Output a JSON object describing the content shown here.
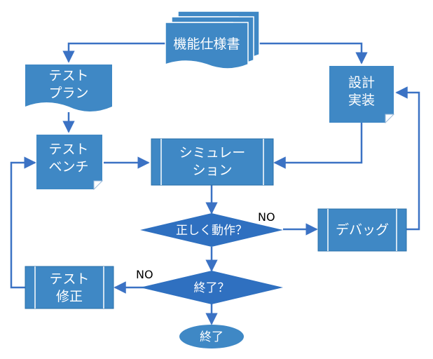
{
  "colors": {
    "box_fill": "#3f88c5",
    "box_stroke": "#2a6fa8",
    "decision_fill": "#2f70c0",
    "connector": "#3b72c4",
    "page_background": "#ffffff"
  },
  "nodes": {
    "spec": "機能仕様書",
    "test_plan": [
      "テスト",
      "プラン"
    ],
    "design_impl": [
      "設計",
      "実装"
    ],
    "test_bench": [
      "テスト",
      "ベンチ"
    ],
    "simulation": [
      "シミュレー",
      "ション"
    ],
    "correct_check": "正しく動作？",
    "debug": "デバッグ",
    "test_fix": [
      "テスト",
      "修正"
    ],
    "end_check": "終了？",
    "end": "終了"
  },
  "edge_labels": {
    "correct_no": "NO",
    "end_no": "NO"
  }
}
